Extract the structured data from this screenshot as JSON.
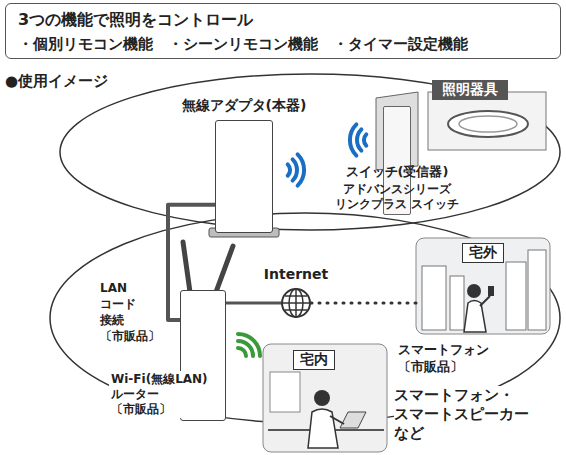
{
  "diagram": {
    "nodes": [
      {
        "text": [
          "3つの機能で照明をコントロール",
          "・個別リモコン機能　・シーンリモコン機能　・タイマー設定機能"
        ]
      },
      {
        "text": [
          "無線アダプタ(本器)"
        ]
      },
      {
        "text": [
          "スイッチ(受信器)",
          "アドバンスシリーズ リンクプラス スイッチ"
        ]
      },
      {
        "text": [
          "照明器具"
        ]
      },
      {
        "text": [
          "Wi-Fi(無線LAN) ルーター 〔市販品〕"
        ]
      },
      {
        "text": [
          "Internet"
        ]
      },
      {
        "text": [
          "宅外"
        ]
      },
      {
        "text": [
          "宅内"
        ]
      }
    ],
    "edges": [
      {
        "from": 1,
        "to": 4,
        "arrow": "none",
        "label": "LAN コード 接続 〔市販品〕"
      },
      {
        "from": 4,
        "to": 5,
        "arrow": "none"
      },
      {
        "from": 5,
        "to": 6,
        "arrow": "none"
      }
    ],
    "labels": [
      "●使用イメージ",
      "スマートフォン 〔市販品〕",
      "スマートフォン・ スマートスピーカー など"
    ]
  }
}
